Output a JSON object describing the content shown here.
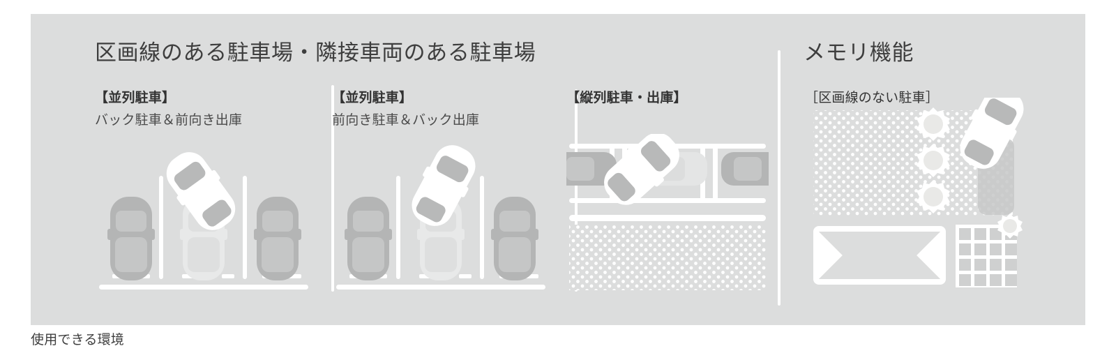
{
  "figure": {
    "background_color": "#dcdddd",
    "page_color": "#ffffff",
    "line_color": "#ffffff",
    "car_dark_color": "#b4b5b5",
    "car_ghost_color": "#e7e8e8",
    "accent_tan": "#ded8cc"
  },
  "headings": {
    "left_title": "区画線のある駐車場・隣接車両のある駐車場",
    "right_title": "メモリ機能"
  },
  "panels": [
    {
      "id": "panel-parallel-back-in",
      "head": "【並列駐車】",
      "line": "バック駐車＆前向き出庫",
      "illustration": "perpendicular-parking-reverse-in"
    },
    {
      "id": "panel-parallel-front-in",
      "head": "【並列駐車】",
      "line": "前向き駐車＆バック出庫",
      "illustration": "perpendicular-parking-forward-in"
    },
    {
      "id": "panel-parallel-street",
      "head": "【縦列駐車・出庫】",
      "line": "",
      "illustration": "parallel-street-parking"
    },
    {
      "id": "panel-memory",
      "head": "［区画線のない駐車］",
      "line": "",
      "illustration": "memory-parking-no-lines"
    }
  ],
  "caption": {
    "text": "使用できる環境"
  }
}
